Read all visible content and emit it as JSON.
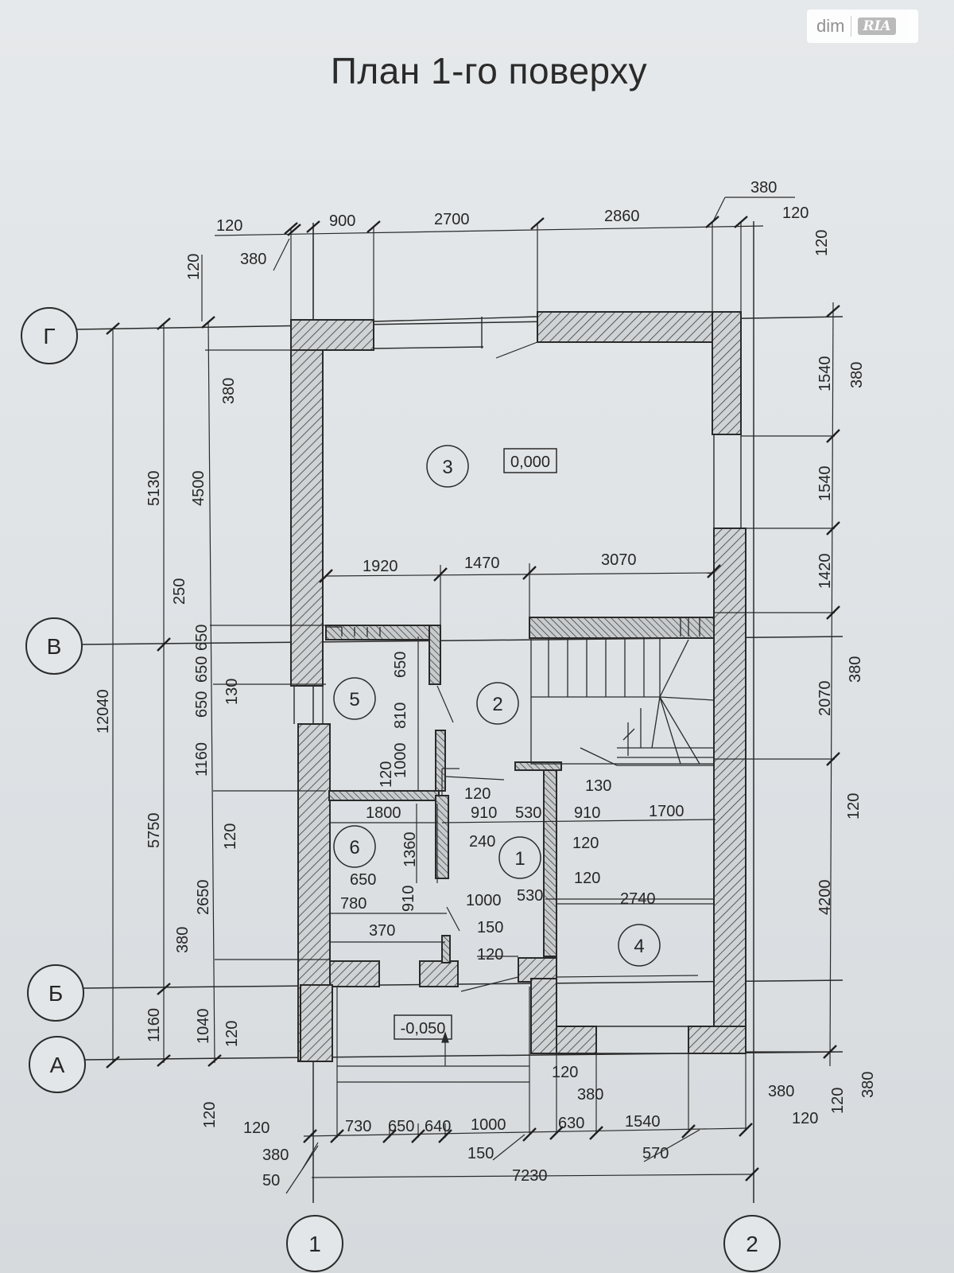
{
  "title": "План 1-го поверху",
  "watermark": {
    "brand": "dim",
    "badge": "RIA"
  },
  "axes": {
    "rows": [
      "Г",
      "В",
      "Б",
      "А"
    ],
    "cols": [
      "1",
      "2"
    ]
  },
  "rooms": [
    "3",
    "2",
    "5",
    "6",
    "1",
    "4"
  ],
  "levels": {
    "main": "0,000",
    "porch": "-0,050"
  },
  "dims": {
    "top_row": [
      "120",
      "900",
      "2700",
      "2860",
      "380",
      "120"
    ],
    "top_left_380": "380",
    "right_chain": [
      "120",
      "380",
      "1540",
      "1540",
      "1420",
      "380",
      "2070",
      "120",
      "4200",
      "120",
      "380"
    ],
    "left_overall": "12040",
    "left_mid": [
      "5130",
      "5750",
      "1160"
    ],
    "left_inner": [
      "120",
      "380",
      "4500",
      "250",
      "650",
      "650",
      "130",
      "650",
      "1160",
      "120",
      "2650",
      "380",
      "1040",
      "120",
      "120"
    ],
    "inner_row1": [
      "1920",
      "1470",
      "3070"
    ],
    "room5_door": [
      "650",
      "810",
      "1000",
      "120"
    ],
    "core": [
      "120",
      "1800",
      "910",
      "530",
      "910",
      "1700",
      "1360",
      "240",
      "120",
      "130",
      "120",
      "2740"
    ],
    "room6_lower": [
      "650",
      "780",
      "910",
      "370",
      "1000",
      "150",
      "120",
      "530"
    ],
    "bottom_row": [
      "120",
      "730",
      "650",
      "640",
      "1000",
      "120",
      "380",
      "630",
      "1540",
      "380",
      "120"
    ],
    "bottom_left": [
      "380",
      "50"
    ],
    "bottom_extra": [
      "150",
      "570"
    ],
    "bottom_total": "7230"
  }
}
